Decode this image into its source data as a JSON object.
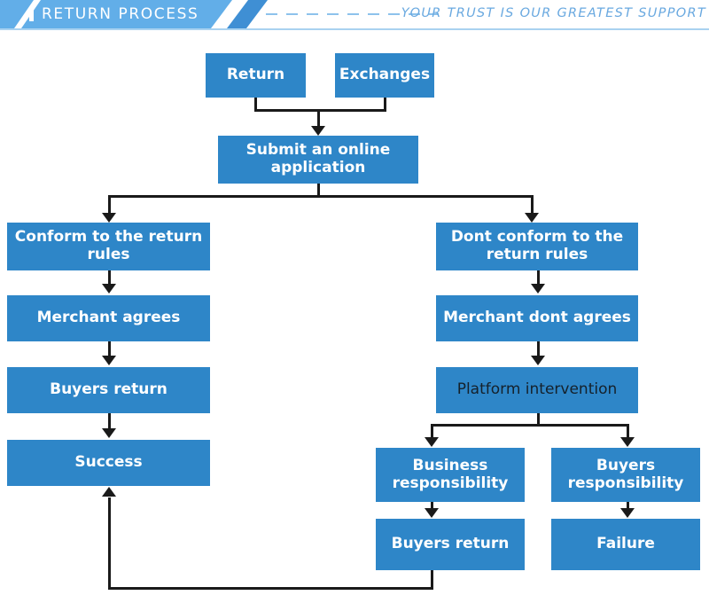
{
  "header": {
    "title": "RETURN PROCESS",
    "tagline": "YOUR TRUST IS OUR GREATEST SUPPORT",
    "bar_color": "#62aee8",
    "accent_color": "#3f8fd4",
    "tagline_color": "#6aa9e0",
    "underline_color": "#a9d2f0"
  },
  "diagram": {
    "type": "flowchart",
    "node_color": "#2e86c8",
    "node_text_color": "#ffffff",
    "connector_color": "#1a1a1a",
    "nodes": [
      {
        "id": "return",
        "label": "Return"
      },
      {
        "id": "exchanges",
        "label": "Exchanges"
      },
      {
        "id": "submit",
        "label": "Submit an online application"
      },
      {
        "id": "conform",
        "label": "Conform to the return rules"
      },
      {
        "id": "merchant-agrees",
        "label": "Merchant agrees"
      },
      {
        "id": "buyers-return-left",
        "label": "Buyers return"
      },
      {
        "id": "success",
        "label": "Success"
      },
      {
        "id": "dont-conform",
        "label": "Dont conform to the return rules"
      },
      {
        "id": "merchant-dont-agrees",
        "label": "Merchant dont agrees"
      },
      {
        "id": "platform",
        "label": "Platform intervention"
      },
      {
        "id": "business-resp",
        "label": "Business responsibility"
      },
      {
        "id": "buyers-resp",
        "label": "Buyers responsibility"
      },
      {
        "id": "buyers-return-right",
        "label": "Buyers return"
      },
      {
        "id": "failure",
        "label": "Failure"
      }
    ],
    "edges": [
      {
        "from": "return",
        "to": "submit"
      },
      {
        "from": "exchanges",
        "to": "submit"
      },
      {
        "from": "submit",
        "to": "conform"
      },
      {
        "from": "submit",
        "to": "dont-conform"
      },
      {
        "from": "conform",
        "to": "merchant-agrees"
      },
      {
        "from": "merchant-agrees",
        "to": "buyers-return-left"
      },
      {
        "from": "buyers-return-left",
        "to": "success"
      },
      {
        "from": "dont-conform",
        "to": "merchant-dont-agrees"
      },
      {
        "from": "merchant-dont-agrees",
        "to": "platform"
      },
      {
        "from": "platform",
        "to": "business-resp"
      },
      {
        "from": "platform",
        "to": "buyers-resp"
      },
      {
        "from": "business-resp",
        "to": "buyers-return-right"
      },
      {
        "from": "buyers-resp",
        "to": "failure"
      },
      {
        "from": "buyers-return-right",
        "to": "success"
      }
    ]
  }
}
